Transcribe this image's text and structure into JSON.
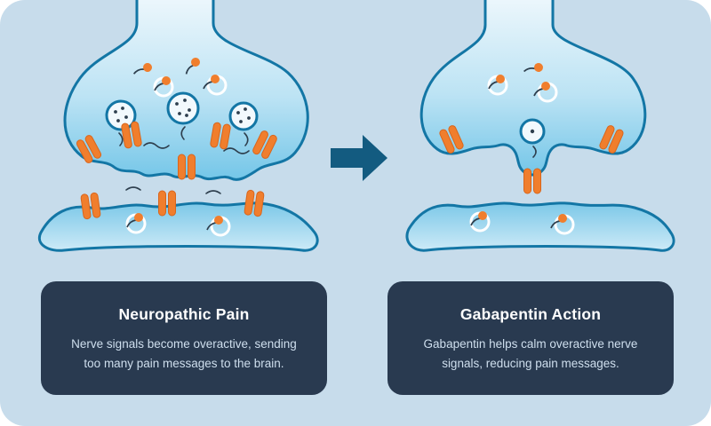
{
  "cards": [
    {
      "title": "Neuropathic Pain",
      "lines": [
        "Nerve signals become overactive, sending",
        "too many pain messages to the brain."
      ]
    },
    {
      "title": "Gabapentin Action",
      "lines": [
        "Gabapentin helps calm overactive nerve",
        "signals, reducing pain messages."
      ]
    }
  ],
  "diagram": {
    "left_illustration": "overactive-synapse",
    "right_illustration": "calmed-synapse",
    "arrow_icon": "right-arrow-icon",
    "icons": [
      "synaptic-vesicle-icon",
      "receptor-channel-icon",
      "neurotransmitter-icon",
      "neurotransmitter-ring-icon"
    ]
  },
  "colors": {
    "panel-bg": "#c7dceb",
    "card-bg": "#293a50",
    "card-title": "#ffffff",
    "card-text": "#cfdfee",
    "outline": "#1376a5",
    "orange": "#f07e2d",
    "orange-dark": "#d9661c",
    "arrow": "#135b80",
    "squiggle": "#2e3f4e",
    "vesicle": "#f2f9fd"
  }
}
